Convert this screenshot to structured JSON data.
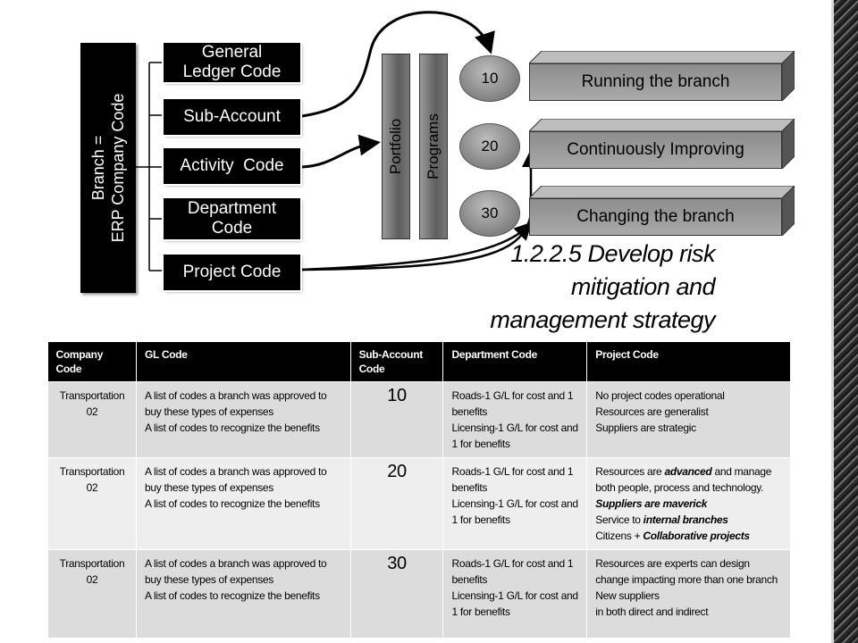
{
  "left_bar": {
    "line1": "Branch =",
    "line2": "ERP Company Code"
  },
  "code_boxes": {
    "gl": "General Ledger Code",
    "sub": "Sub-Account",
    "activity": "Activity  Code",
    "dept": "Department Code",
    "project": "Project Code"
  },
  "pillars": {
    "portfolio": "Portfolio",
    "programs": "Programs"
  },
  "levels": [
    {
      "num": "10",
      "label": "Running the branch"
    },
    {
      "num": "20",
      "label": "Continuously Improving"
    },
    {
      "num": "30",
      "label": "Changing the branch"
    }
  ],
  "heading": {
    "line1": "1.2.2.5 Develop risk",
    "line2": "mitigation and",
    "line3": "management strategy"
  },
  "table": {
    "headers": [
      "Company Code",
      "GL Code",
      "Sub-Account Code",
      "Department Code",
      "Project Code"
    ],
    "rows": [
      {
        "company": "Transportation 02",
        "gl": [
          "A list of codes a branch was approved to buy these types of expenses",
          "A list of codes to recognize the benefits"
        ],
        "sub": "10",
        "dept": [
          "Roads-1 G/L for cost and 1 benefits",
          "Licensing-1 G/L for cost and 1 for benefits"
        ],
        "project": [
          "No project codes operational",
          "Resources are generalist",
          "Suppliers are strategic"
        ]
      },
      {
        "company": "Transportation 02",
        "gl": [
          "A list of codes a branch was approved to buy these types of expenses",
          "A list of codes to recognize the benefits"
        ],
        "sub": "20",
        "dept": [
          "Roads-1 G/L for cost and 1 benefits",
          "Licensing-1 G/L for cost and 1 for benefits"
        ],
        "project": {
          "p1a": "Resources are ",
          "p1b": "advanced",
          "p1c": " and manage both people, process and technology.",
          "p2": "Suppliers are maverick",
          "p3a": "Service to ",
          "p3b": "internal branches",
          "p4a": "Citizens + ",
          "p4b": "Collaborative projects"
        }
      },
      {
        "company": "Transportation 02",
        "gl": [
          "A list of codes a branch was approved to buy these types of expenses",
          "A list of codes to recognize the benefits"
        ],
        "sub": "30",
        "dept": [
          "Roads-1 G/L for cost and 1 benefits",
          "Licensing-1 G/L for cost and 1 for benefits"
        ],
        "project": [
          "Resources are experts can design change impacting more than one branch",
          "New suppliers",
          "in both direct and indirect"
        ]
      }
    ]
  }
}
